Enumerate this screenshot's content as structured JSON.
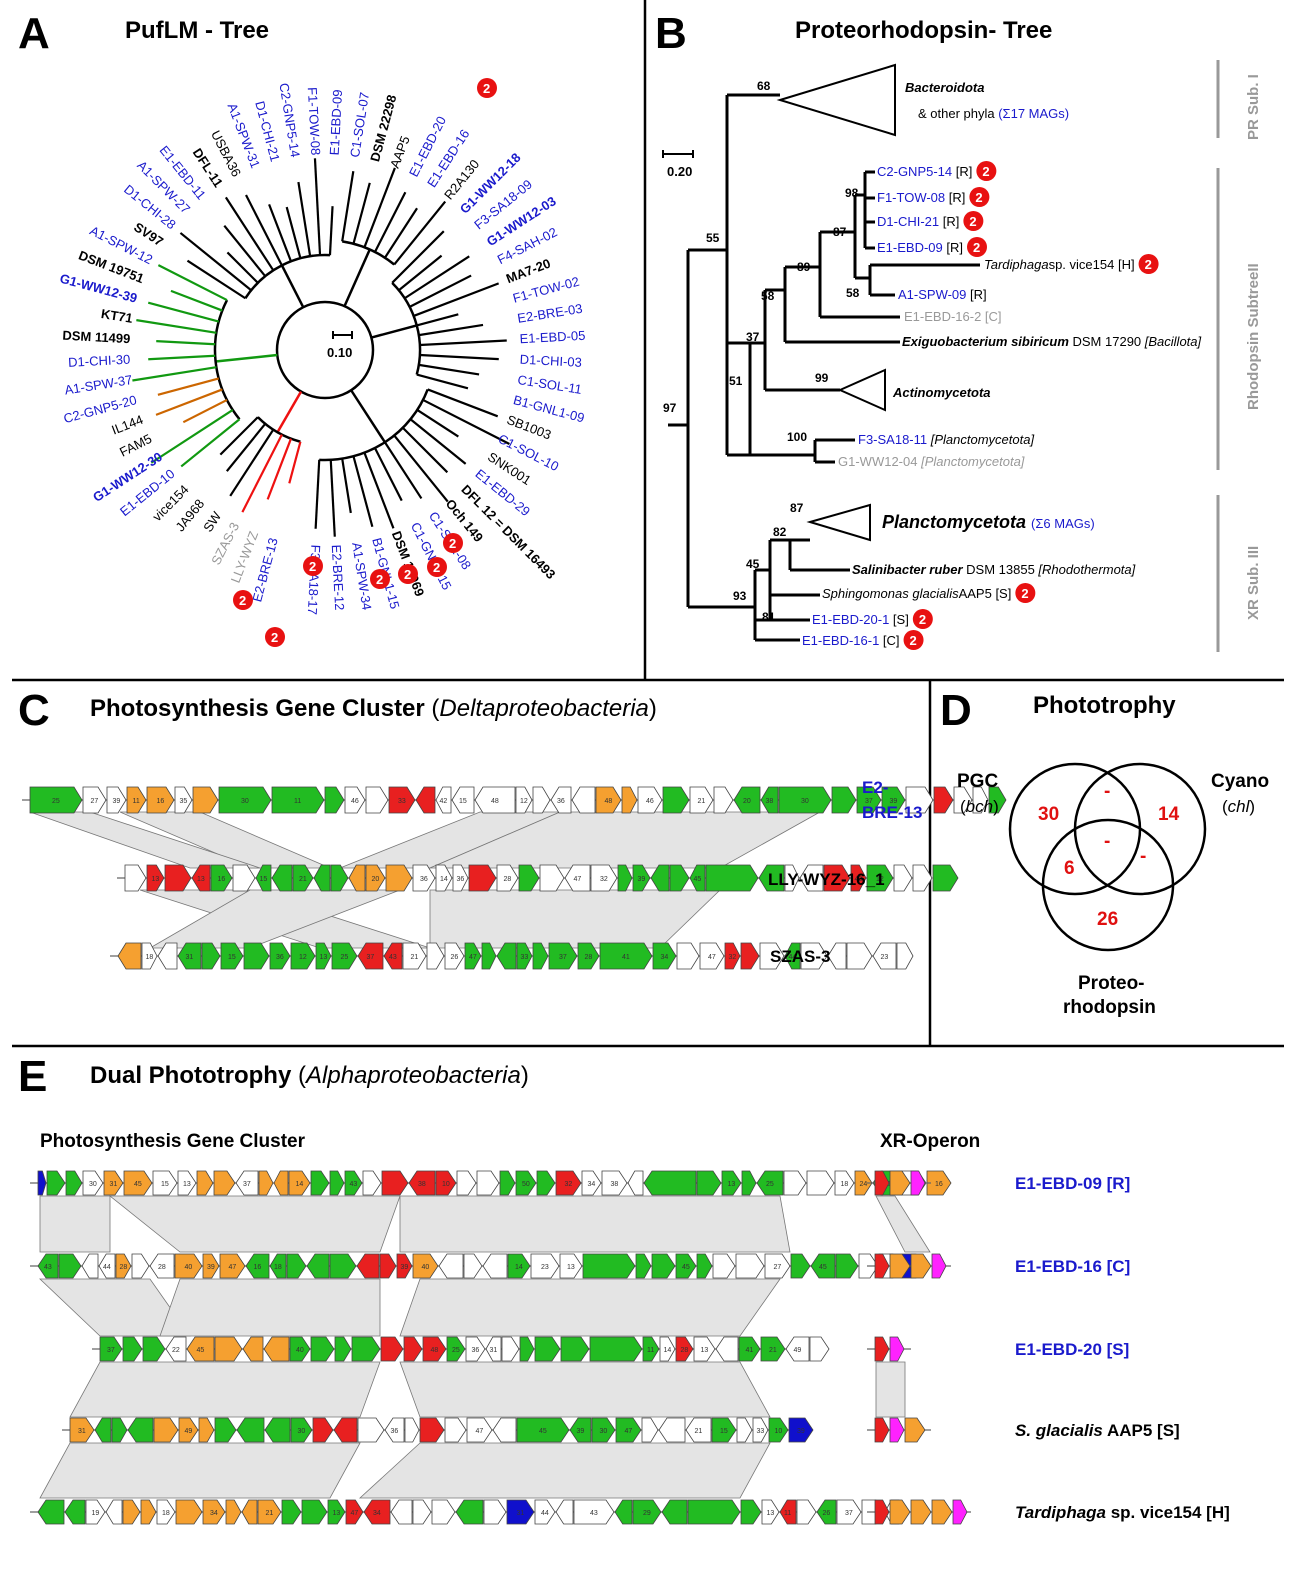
{
  "panels": {
    "A": {
      "letter": "A",
      "title": "PufLM - Tree",
      "scale": "0.10"
    },
    "B": {
      "letter": "B",
      "title": "Proteorhodopsin- Tree",
      "scale": "0.20"
    },
    "C": {
      "letter": "C",
      "title": "Photosynthesis Gene Cluster",
      "title_paren": "Deltaproteobacteria"
    },
    "D": {
      "letter": "D",
      "title": "Phototrophy"
    },
    "E": {
      "letter": "E",
      "title": "Dual Phototrophy",
      "title_paren": "Alphaproteobacteria",
      "sub_pgc": "Photosynthesis Gene Cluster",
      "sub_xr": "XR-Operon"
    }
  },
  "badge_text": "2",
  "colors": {
    "green": "#22bb22",
    "orange": "#f5a030",
    "red": "#e82020",
    "white": "#ffffff",
    "blue": "#1010cc",
    "magenta": "#ff22ff",
    "tree_red": "#ee1111",
    "tree_green": "#119911",
    "tree_orange": "#cc6600",
    "tree_grey": "#999999",
    "label_blue": "#1a1acc",
    "label_grey": "#999999"
  },
  "treeA_labels": [
    {
      "t": "E2-BRE-13",
      "c": "blue",
      "b": false
    },
    {
      "t": "LLY-WYZ",
      "c": "grey",
      "b": false
    },
    {
      "t": "SZAS-3",
      "c": "grey",
      "b": false
    },
    {
      "t": "SW",
      "c": "black",
      "b": false
    },
    {
      "t": "JA968",
      "c": "black",
      "b": false
    },
    {
      "t": "vice154",
      "c": "black",
      "b": false
    },
    {
      "t": "E1-EBD-10",
      "c": "blue",
      "b": false
    },
    {
      "t": "G1-WW12-30",
      "c": "blue",
      "b": true
    },
    {
      "t": "FAM5",
      "c": "black",
      "b": false
    },
    {
      "t": "IL144",
      "c": "black",
      "b": false
    },
    {
      "t": "C2-GNP5-20",
      "c": "blue",
      "b": false
    },
    {
      "t": "A1-SPW-37",
      "c": "blue",
      "b": false
    },
    {
      "t": "D1-CHI-30",
      "c": "blue",
      "b": false
    },
    {
      "t": "DSM 11499",
      "c": "black",
      "b": true
    },
    {
      "t": "KT71",
      "c": "black",
      "b": true
    },
    {
      "t": "G1-WW12-39",
      "c": "blue",
      "b": true
    },
    {
      "t": "DSM 19751",
      "c": "black",
      "b": true
    },
    {
      "t": "A1-SPW-12",
      "c": "blue",
      "b": false
    },
    {
      "t": "SV97",
      "c": "black",
      "b": true
    },
    {
      "t": "D1-CHI-28",
      "c": "blue",
      "b": false
    },
    {
      "t": "A1-SPW-27",
      "c": "blue",
      "b": false
    },
    {
      "t": "E1-EBD-11",
      "c": "blue",
      "b": false
    },
    {
      "t": "DFL-11",
      "c": "black",
      "b": true
    },
    {
      "t": "USBA36",
      "c": "black",
      "b": false
    },
    {
      "t": "A1-SPW-31",
      "c": "blue",
      "b": false
    },
    {
      "t": "D1-CHI-21",
      "c": "blue",
      "b": false
    },
    {
      "t": "C2-GNP5-14",
      "c": "blue",
      "b": false
    },
    {
      "t": "F1-TOW-08",
      "c": "blue",
      "b": false
    },
    {
      "t": "E1-EBD-09",
      "c": "blue",
      "b": false
    },
    {
      "t": "C1-SOL-07",
      "c": "blue",
      "b": false
    },
    {
      "t": "DSM 22298",
      "c": "black",
      "b": true
    },
    {
      "t": "AAP5",
      "c": "black",
      "b": false
    },
    {
      "t": "E1-EBD-20",
      "c": "blue",
      "b": false
    },
    {
      "t": "E1-EBD-16",
      "c": "blue",
      "b": false
    },
    {
      "t": "R2A130",
      "c": "black",
      "b": false
    },
    {
      "t": "G1-WW12-18",
      "c": "blue",
      "b": true
    },
    {
      "t": "F3-SA18-09",
      "c": "blue",
      "b": false
    },
    {
      "t": "G1-WW12-03",
      "c": "blue",
      "b": true
    },
    {
      "t": "F4-SAH-02",
      "c": "blue",
      "b": false
    },
    {
      "t": "MA7-20",
      "c": "black",
      "b": true
    },
    {
      "t": "F1-TOW-02",
      "c": "blue",
      "b": false
    },
    {
      "t": "E2-BRE-03",
      "c": "blue",
      "b": false
    },
    {
      "t": "E1-EBD-05",
      "c": "blue",
      "b": false
    },
    {
      "t": "D1-CHI-03",
      "c": "blue",
      "b": false
    },
    {
      "t": "C1-SOL-11",
      "c": "blue",
      "b": false
    },
    {
      "t": "B1-GNL1-09",
      "c": "blue",
      "b": false
    },
    {
      "t": "SB1003",
      "c": "black",
      "b": false
    },
    {
      "t": "C1-SOL-10",
      "c": "blue",
      "b": false
    },
    {
      "t": "SNK001",
      "c": "black",
      "b": false
    },
    {
      "t": "E1-EBD-29",
      "c": "blue",
      "b": false
    },
    {
      "t": "DFL 12 = DSM 16493",
      "c": "black",
      "b": true
    },
    {
      "t": "Och 149",
      "c": "black",
      "b": true
    },
    {
      "t": "C1-SOL-08",
      "c": "blue",
      "b": false
    },
    {
      "t": "C1-GNL1-15",
      "c": "blue",
      "b": false
    },
    {
      "t": "DSM 17069",
      "c": "black",
      "b": true
    },
    {
      "t": "B1-GNL1-15",
      "c": "blue",
      "b": false
    },
    {
      "t": "A1-SPW-34",
      "c": "blue",
      "b": false
    },
    {
      "t": "E2-BRE-12",
      "c": "blue",
      "b": false
    },
    {
      "t": "F3-SA18-17",
      "c": "blue",
      "b": false
    }
  ],
  "treeB": {
    "side_labels": [
      "PR Sub. I",
      "Rhodopsin SubtreeII",
      "XR Sub. III"
    ],
    "clades": [
      {
        "name": "Bacteroidota",
        "extra": "& other phyla",
        "extra_blue": "(Σ17 MAGs)"
      },
      {
        "name": "Actinomycetota"
      },
      {
        "name": "Planctomycetota",
        "extra_blue": "(Σ6 MAGs)"
      }
    ],
    "leaves": [
      {
        "id": "C2-GNP5-14",
        "tag": "[R]"
      },
      {
        "id": "F1-TOW-08",
        "tag": "[R]"
      },
      {
        "id": "D1-CHI-21",
        "tag": "[R]"
      },
      {
        "id": "E1-EBD-09",
        "tag": "[R]"
      },
      {
        "id": "Tardiphaga",
        "id2": "sp. vice154",
        "tag": "[H]"
      },
      {
        "id": "A1-SPW-09",
        "tag": "[R]"
      },
      {
        "id": "E1-EBD-16-2",
        "tag": "[C]"
      },
      {
        "id": "Exiguobacterium sibiricum",
        "id2": "DSM 17290",
        "tag": "[Bacillota]"
      },
      {
        "id": "F3-SA18-11",
        "tag": "[Planctomycetota]"
      },
      {
        "id": "G1-WW12-04",
        "tag": "[Planctomycetota]"
      },
      {
        "id": "Salinibacter ruber",
        "id2": "DSM 13855",
        "tag": "[Rhodothermota]"
      },
      {
        "id": "Sphingomonas glacialis",
        "id2": "AAP5",
        "tag": "[S]"
      },
      {
        "id": "E1-EBD-20-1",
        "tag": "[S]"
      },
      {
        "id": "E1-EBD-16-1",
        "tag": "[C]"
      }
    ],
    "bootstraps": [
      "68",
      "55",
      "98",
      "87",
      "89",
      "58",
      "58",
      "37",
      "51",
      "99",
      "97",
      "100",
      "87",
      "82",
      "45",
      "93",
      "81"
    ]
  },
  "panelC": {
    "genomes": [
      {
        "name1": "E2-",
        "name2": "BRE-13"
      },
      {
        "name": "LLY-WYZ-16_1"
      },
      {
        "name": "SZAS-3"
      }
    ]
  },
  "venn": {
    "pgc": "PGC",
    "pgc_gene": "bch",
    "cyano": "Cyano",
    "cyano_gene": "chl",
    "proteo1": "Proteo-",
    "proteo2": "rhodopsin",
    "counts": {
      "pgc_only": "30",
      "cyano_only": "14",
      "proteo_only": "26",
      "pgc_proteo": "6",
      "pgc_cyano": "-",
      "cyano_proteo": "-",
      "all": "-"
    }
  },
  "panelE": {
    "genomes": [
      {
        "name": "E1-EBD-09 [R]"
      },
      {
        "name": "E1-EBD-16 [C]"
      },
      {
        "name": "E1-EBD-20 [S]"
      },
      {
        "name_i": "S. glacialis",
        "name_r": " AAP5 [S]"
      },
      {
        "name_i": "Tardiphaga",
        "name_r": " sp. vice154 [H]"
      }
    ]
  }
}
